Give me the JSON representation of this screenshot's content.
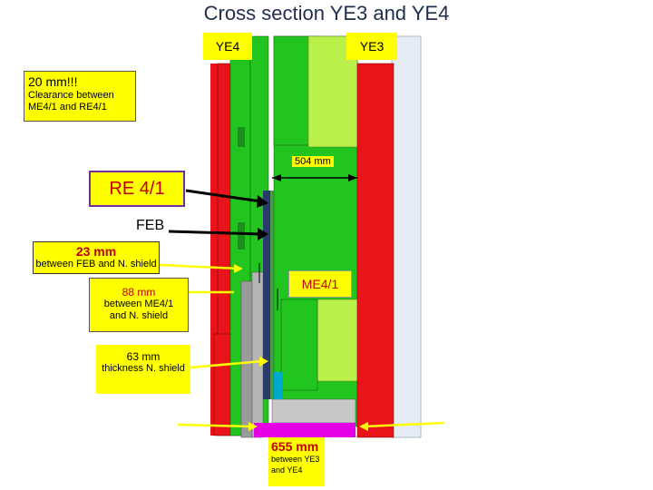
{
  "title": "Cross section YE3 and YE4",
  "labels": {
    "ye4": "YE4",
    "ye3": "YE3",
    "re41": "RE 4/1",
    "feb": "FEB",
    "me41": "ME4/1",
    "dim504": "504 mm"
  },
  "notes": {
    "clearance": {
      "value": "20 mm!!!",
      "text": "Clearance between ME4/1 and RE4/1"
    },
    "feb_shield": {
      "value": "23 mm",
      "text": "between FEB and N. shield"
    },
    "me_shield": {
      "value": "88 mm",
      "text": "between ME4/1 and N. shield"
    },
    "thickness": {
      "value": "63 mm",
      "text": "thickness N. shield"
    },
    "ye_gap": {
      "value": "655 mm",
      "text": "between YE3 and YE4"
    }
  },
  "colors": {
    "steel_red": "#e8141a",
    "green": "#22c41f",
    "light_green": "#b9f04a",
    "grey": "#9a9a9a",
    "magenta": "#e600e6",
    "highlight": "#ffff00",
    "arrow": "#000000"
  }
}
